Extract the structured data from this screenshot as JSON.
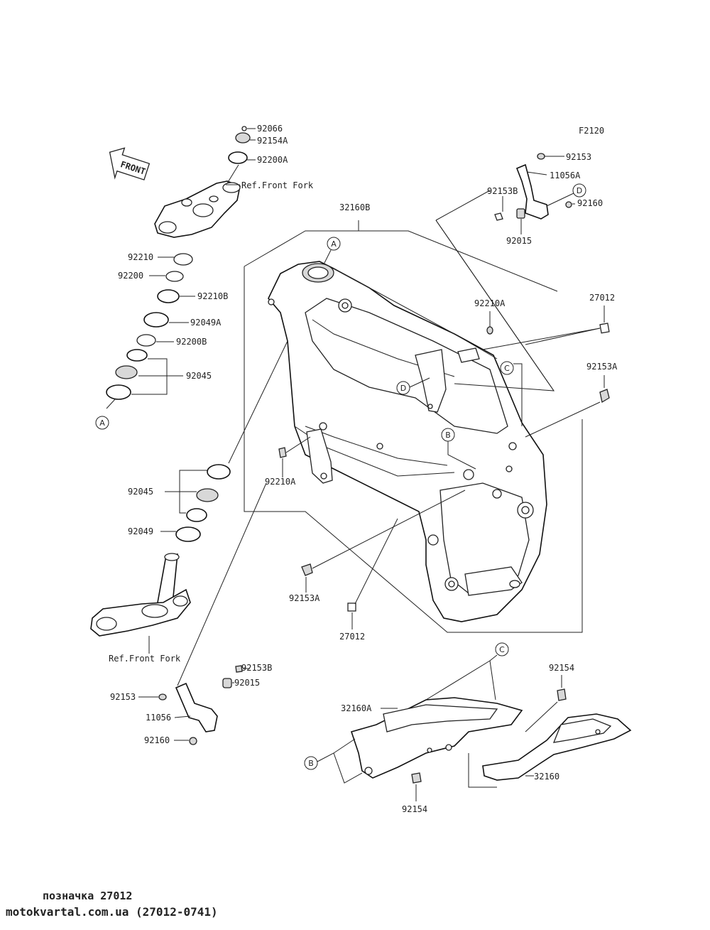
{
  "diagram_code": "F2120",
  "front_label": "FRONT",
  "labels": {
    "l92066": "92066",
    "l92154A": "92154A",
    "l92200A": "92200A",
    "lRefFork1": "Ref.Front Fork",
    "l92210": "92210",
    "l92200": "92200",
    "l92210B": "92210B",
    "l92049A": "92049A",
    "l92200B": "92200B",
    "l92045a": "92045",
    "l32160B": "32160B",
    "l92153top": "92153",
    "l11056A": "11056A",
    "l92153Btop": "92153B",
    "l92160top": "92160",
    "l92015top": "92015",
    "l92210Aright": "92210A",
    "l27012right": "27012",
    "l92153Aright": "92153A",
    "l92210Aleft": "92210A",
    "l92045b": "92045",
    "l92049": "92049",
    "l92153Aleft": "92153A",
    "l27012bottom": "27012",
    "lRefFork2": "Ref.Front Fork",
    "l92153Bbot": "92153B",
    "l92015bot": "92015",
    "l92153bot": "92153",
    "l11056": "11056",
    "l92160bot": "92160",
    "l92154top": "92154",
    "l32160A": "32160A",
    "l32160": "32160",
    "l92154bot": "92154"
  },
  "callouts": {
    "A1": "A",
    "A2": "A",
    "B1": "B",
    "B2": "B",
    "C1": "C",
    "C2": "C",
    "D1": "D",
    "D2": "D"
  },
  "footer": {
    "note": "позначка 27012",
    "source": "motokvartal.com.ua (27012-0741)"
  }
}
